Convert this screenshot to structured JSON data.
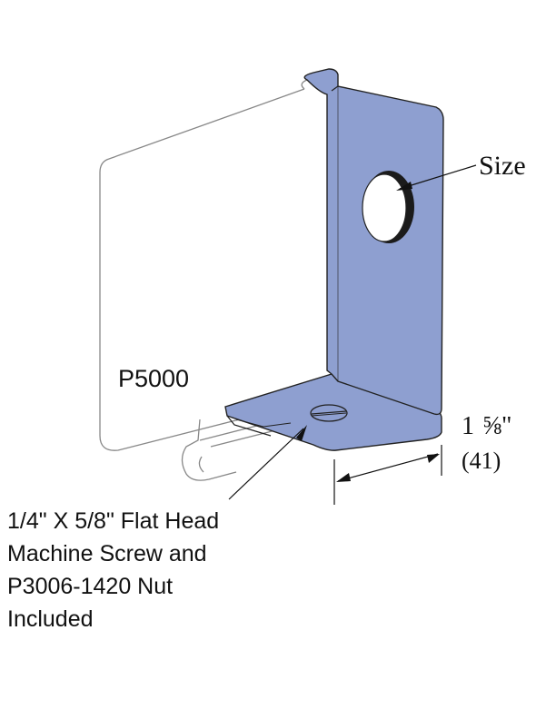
{
  "channel_label": "P5000",
  "hole_label": "Size",
  "dimension": {
    "imperial_whole": "1",
    "imperial_fraction": "⅝",
    "imperial_unit": "\"",
    "metric": "(41)"
  },
  "hardware_note": [
    "1/4\" X 5/8\" Flat Head",
    "Machine Screw and",
    "P3006-1420 Nut",
    "Included"
  ],
  "colors": {
    "bracket_fill": "#8e9fd0",
    "outline": "#222222",
    "channel_outline": "#888888",
    "background": "#ffffff"
  }
}
